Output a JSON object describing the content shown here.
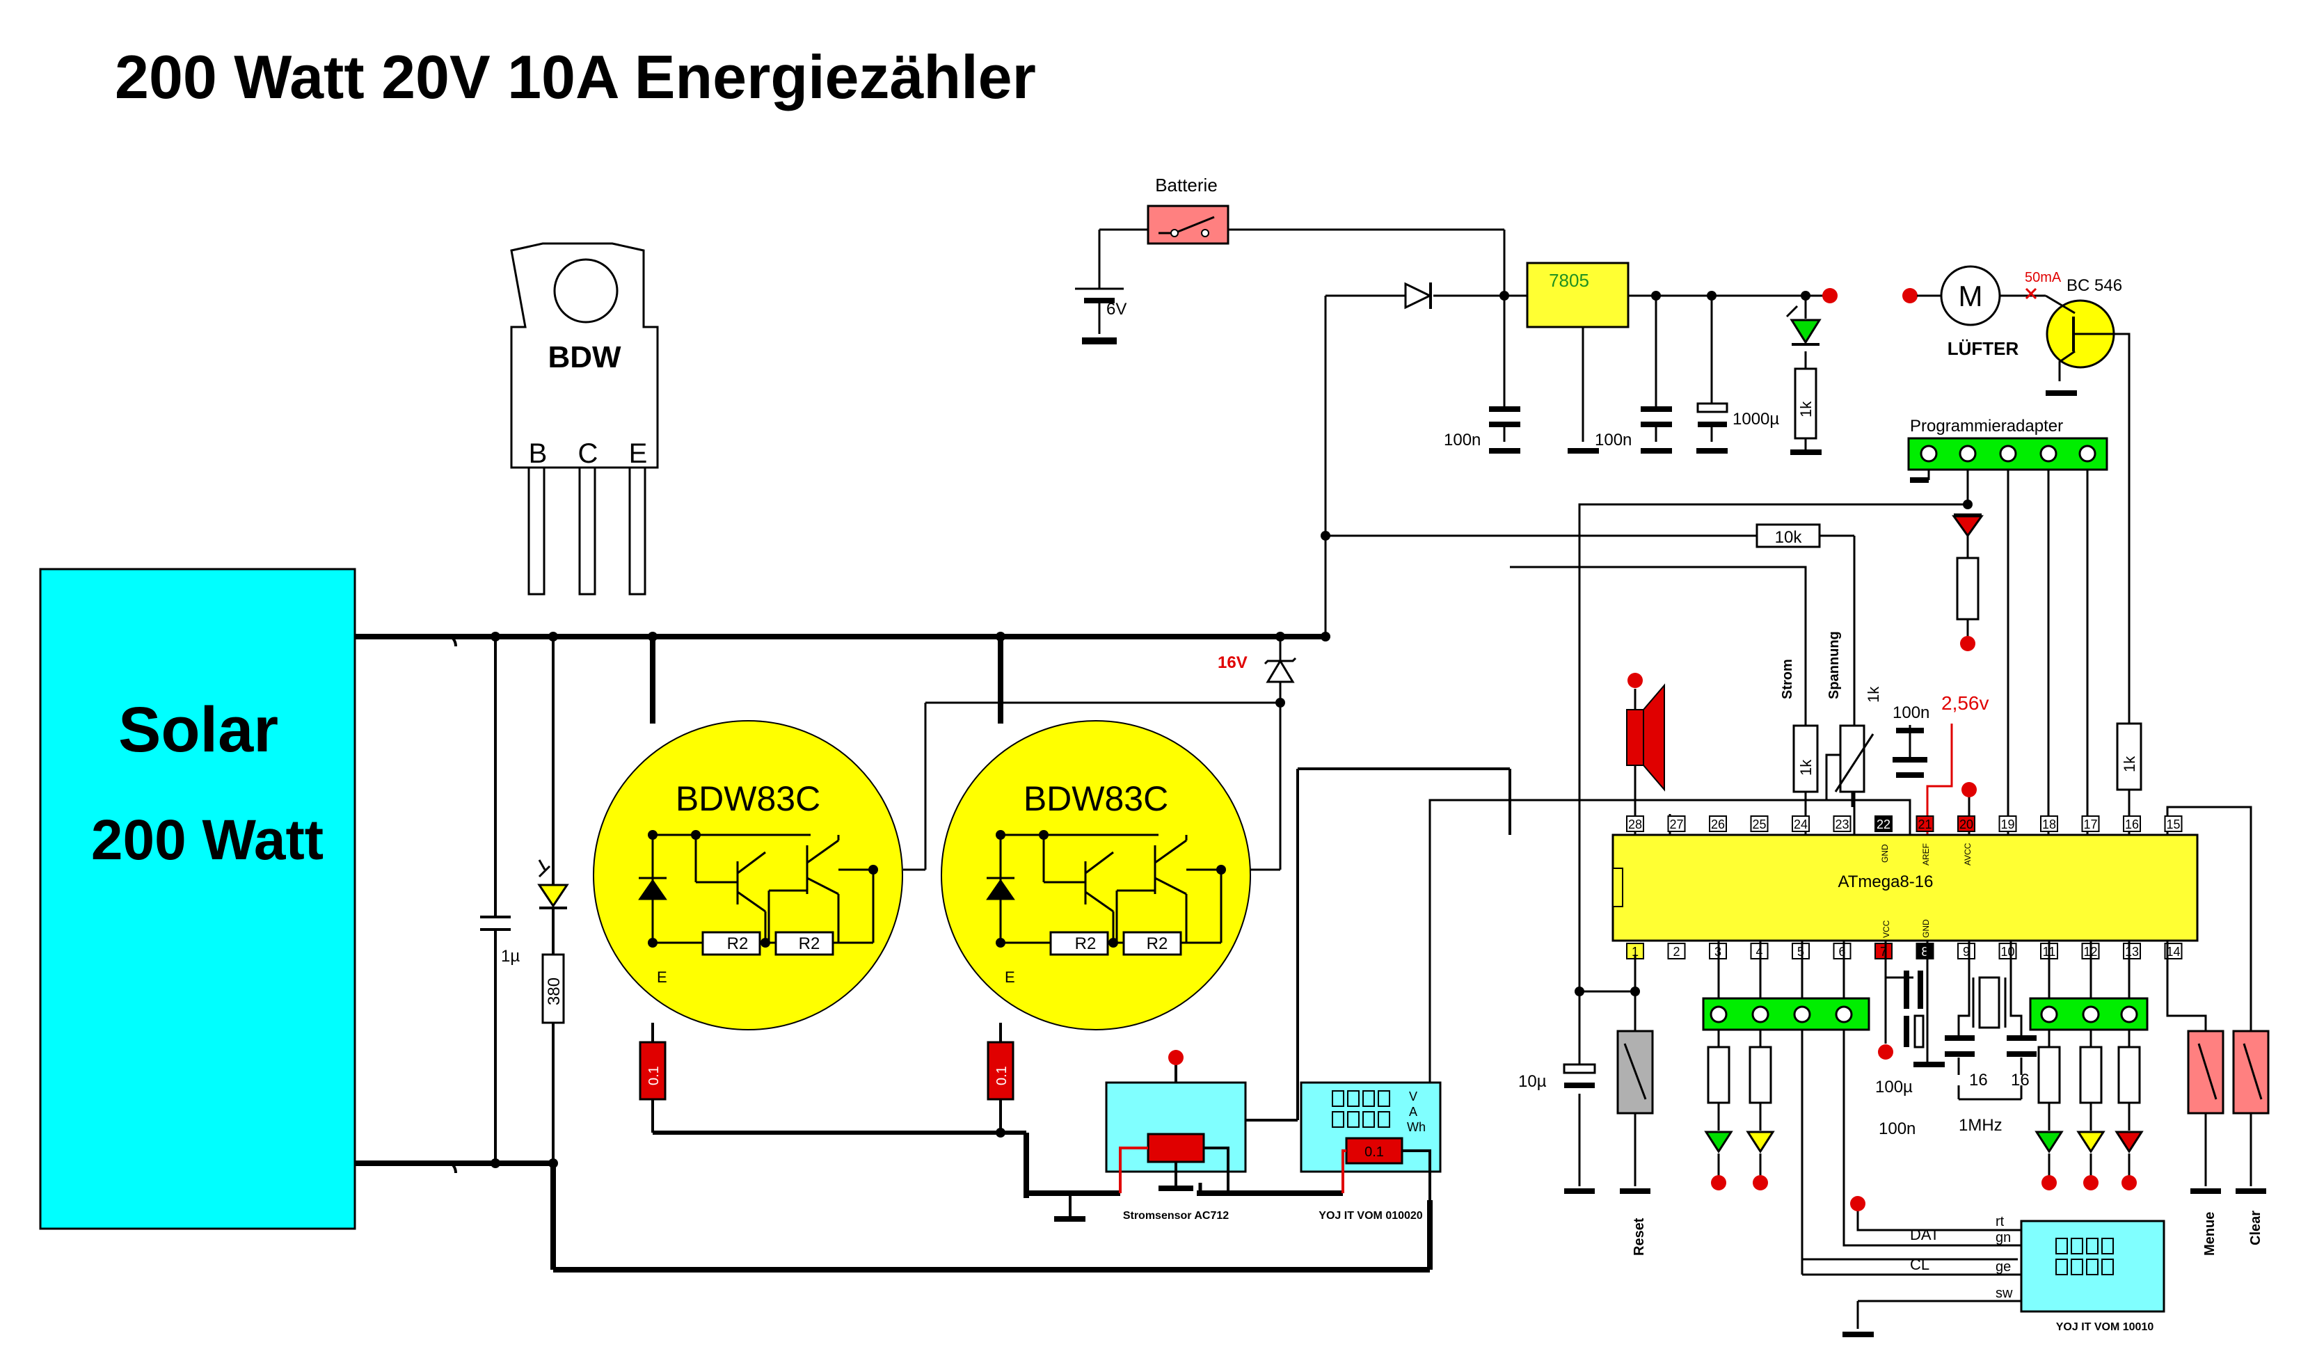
{
  "title": "200 Watt 20V 10A Energiezähler",
  "solar": {
    "line1": "Solar",
    "line2": "200 Watt"
  },
  "package": {
    "name": "BDW",
    "pins": [
      "B",
      "C",
      "E"
    ]
  },
  "darlington": [
    {
      "name": "BDW83C",
      "r": "R2",
      "e": "E",
      "shunt": "0.1"
    },
    {
      "name": "BDW83C",
      "r": "R2",
      "e": "E",
      "shunt": "0.1"
    }
  ],
  "zener": "16V",
  "cap_1u": "1µ",
  "led_res": "380",
  "battery": {
    "label": "Batterie",
    "voltage": "6V"
  },
  "regulator": {
    "name": "7805",
    "c_in": "100n",
    "c_out": "100n",
    "c_elko": "1000µ",
    "led_res": "1k"
  },
  "fan": {
    "motor": "M",
    "label": "LÜFTER",
    "current": "50mA",
    "transistor": "BC 546"
  },
  "prog_adapter": "Programmieradapter",
  "res_10k": "10k",
  "res_1k_right": "1k",
  "strom": "Strom",
  "spannung": "Spannung",
  "pot": "1k",
  "res_strom": "1k",
  "aref_cap": "100n",
  "aref_v": "2,56v",
  "mcu": {
    "name": "ATmega8-16",
    "top_pins": [
      "28",
      "27",
      "26",
      "25",
      "24",
      "23",
      "22",
      "21",
      "20",
      "19",
      "18",
      "17",
      "16",
      "15"
    ],
    "bottom_pins": [
      "1",
      "2",
      "3",
      "4",
      "5",
      "6",
      "7",
      "8",
      "9",
      "10",
      "11",
      "12",
      "13",
      "14"
    ],
    "top_labels": {
      "GND": "GND",
      "AREF": "AREF",
      "AVCC": "AVCC"
    },
    "bottom_labels": {
      "VCC": "VCC",
      "GND": "GND"
    }
  },
  "crystal": "1MHz",
  "c16a": "16",
  "c16b": "16",
  "c_100u": "100µ",
  "c_100n": "100n",
  "c_10u": "10µ",
  "reset": "Reset",
  "menue": "Menue",
  "clear": "Clear",
  "stromsensor": "Stromsensor AC712",
  "meter1": {
    "label": "YOJ IT VOM 010020",
    "v": "V",
    "a": "A",
    "wh": "Wh",
    "shunt": "0.1"
  },
  "meter2": {
    "label": "YOJ IT VOM 10010"
  },
  "bus": {
    "dat": "DAT",
    "cl": "CL",
    "rt": "rt",
    "gn": "gn",
    "ge": "ge",
    "sw": "sw"
  },
  "colors": {
    "solar": "#00ffff",
    "darlington": "#ffff00",
    "green_block": "#00ee00",
    "red": "#e00000",
    "switch": "#ff8080",
    "meter": "#80ffff",
    "regulator": "#ffff33"
  }
}
